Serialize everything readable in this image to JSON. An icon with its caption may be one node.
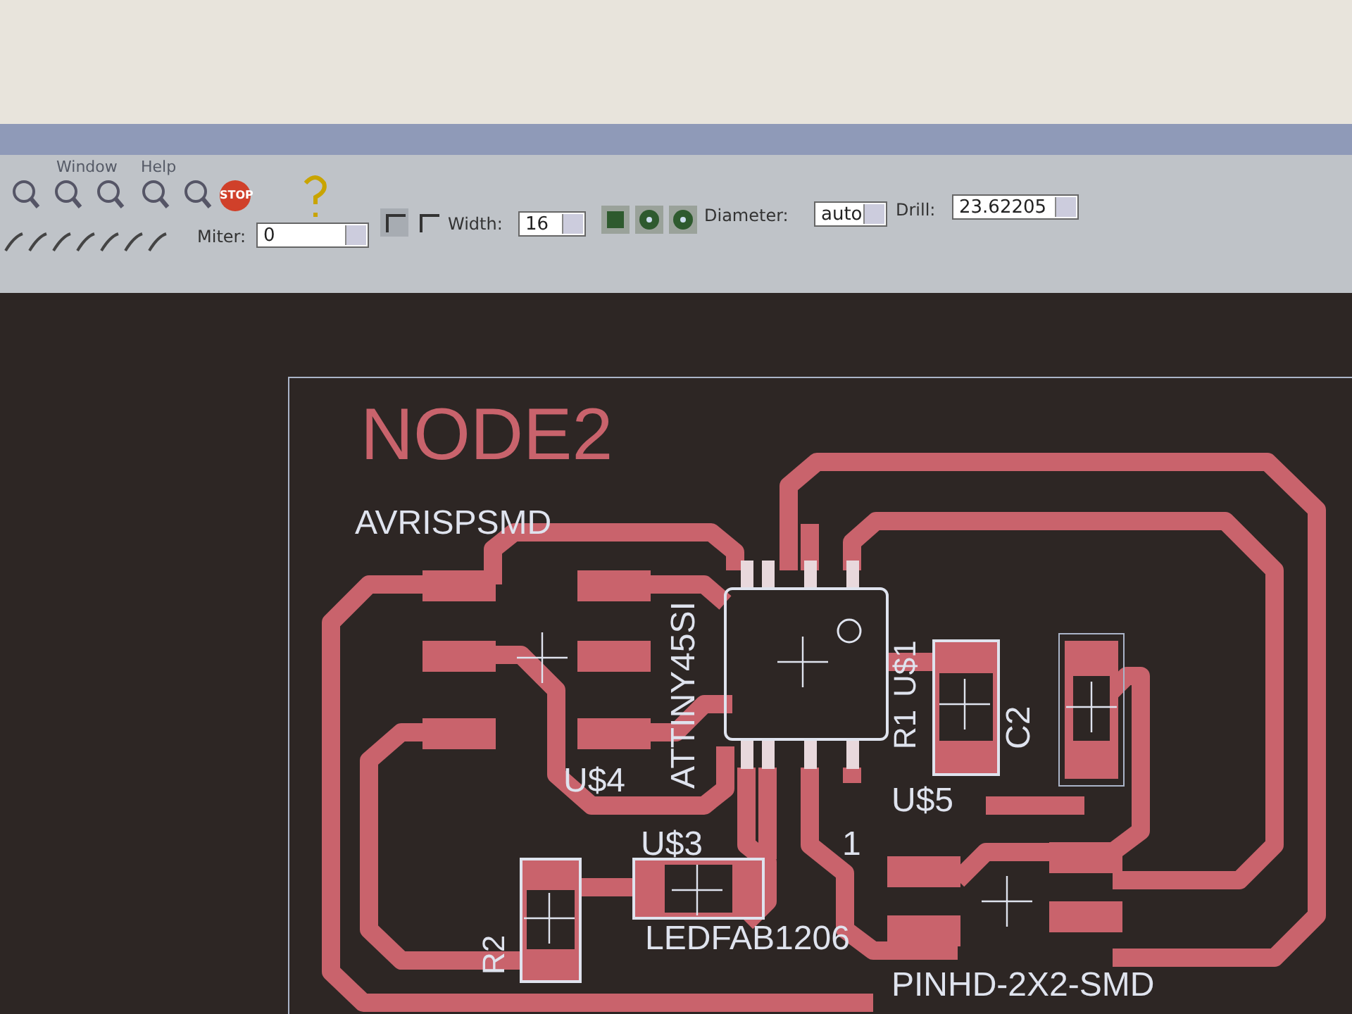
{
  "diagram": {
    "labels": [
      "Window",
      "Help",
      "STOP",
      "Miter:",
      "0",
      "Width:",
      "16",
      "Diameter:",
      "auto",
      "Drill:",
      "23.62205",
      "NODE2",
      "AVRISPSMD",
      "U$1",
      "ATTINY45SI",
      "R1",
      "C2",
      "U$4",
      "U$5",
      "U$3",
      "1",
      "R2",
      "LEDFAB1206",
      "PINHD-2X2-SMD"
    ]
  }
}
